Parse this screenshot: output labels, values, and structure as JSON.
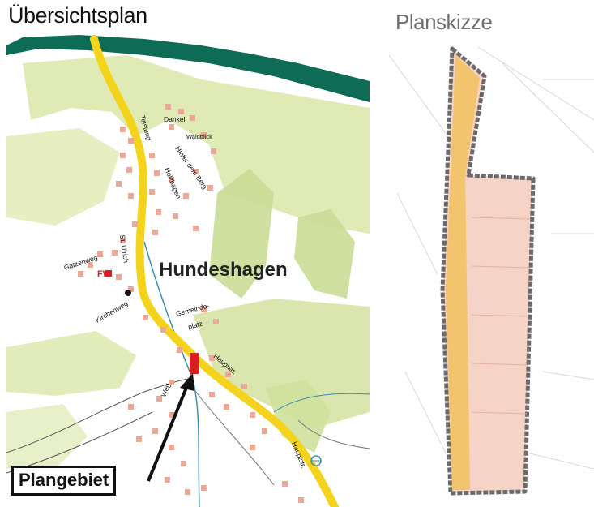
{
  "titles": {
    "overview": "Übersichtsplan",
    "sketch": "Planskizze"
  },
  "map": {
    "town": "Hundeshagen",
    "area_label": "Plangebiet",
    "fw_label": "FW",
    "streets": {
      "top_road": "Teistung",
      "dankel": "Dankel",
      "waldblick": "Waldblick",
      "hinter_dem_berg": "Hinter dem Berg",
      "holzhagen": "Holzhagen",
      "gatzenweg": "Gatzenweg",
      "st_ulrich": "St. Ulrich",
      "kirchenweg": "Kirchenweg",
      "gemeindeplatz_1": "Gemeinde-",
      "gemeindeplatz_2": "platz",
      "hauptstr": "Hauptstr.",
      "weg": "Weg",
      "hauptstr_lower": "Hauptstr."
    }
  },
  "colors": {
    "road_yellow": "#f4d31c",
    "forest_teal": "#0e6b56",
    "light_green": "#d4e2a0",
    "house_pink": "#e7a998",
    "plan_red": "#d81e1e",
    "sketch_orange": "#f3c46e",
    "outline_gray": "#6a6a6a"
  }
}
